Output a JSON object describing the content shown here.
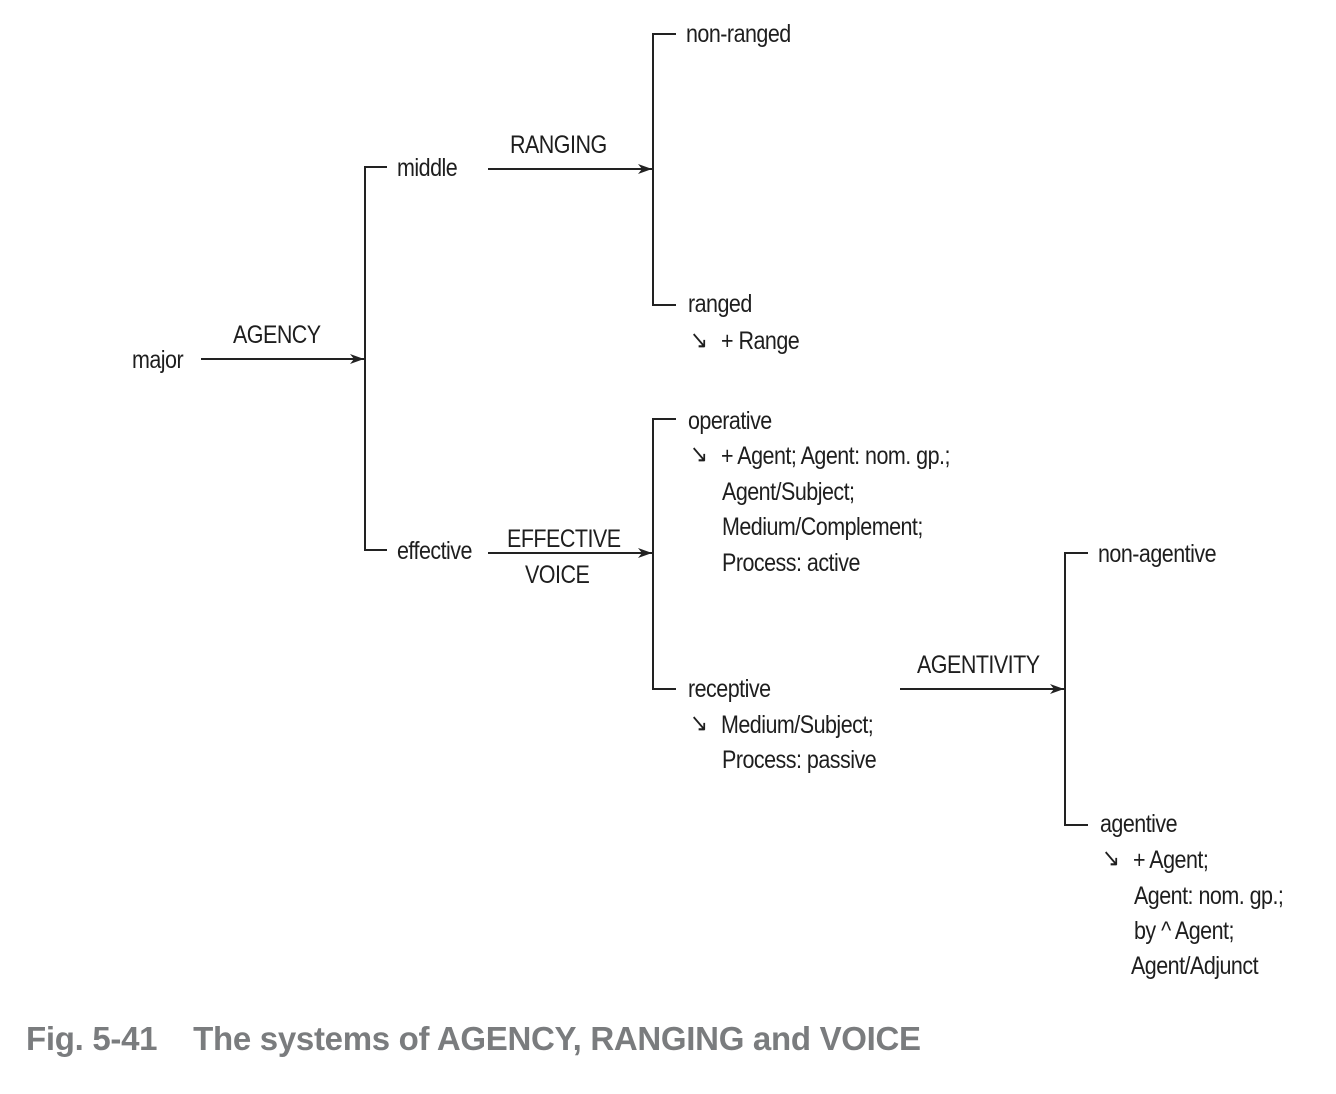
{
  "diagram": {
    "entry": "major",
    "systems": {
      "agency": "AGENCY",
      "ranging": "RANGING",
      "voice_line1": "EFFECTIVE",
      "voice_line2": "VOICE",
      "agentivity": "AGENTIVITY"
    },
    "features": {
      "middle": "middle",
      "effective": "effective",
      "non_ranged": "non-ranged",
      "ranged": "ranged",
      "operative": "operative",
      "receptive": "receptive",
      "non_agentive": "non-agentive",
      "agentive": "agentive"
    },
    "realizations": {
      "realization_symbol": "↘",
      "ranged": [
        "+ Range"
      ],
      "operative": [
        "+ Agent; Agent: nom. gp.;",
        "Agent/Subject;",
        "Medium/Complement;",
        "Process: active"
      ],
      "receptive": [
        "Medium/Subject;",
        "Process: passive"
      ],
      "agentive": [
        "+ Agent;",
        "Agent: nom. gp.;",
        "by ^ Agent;",
        "Agent/Adjunct"
      ]
    }
  },
  "caption": {
    "number": "Fig. 5-41",
    "title": "The systems of AGENCY, RANGING and VOICE"
  }
}
